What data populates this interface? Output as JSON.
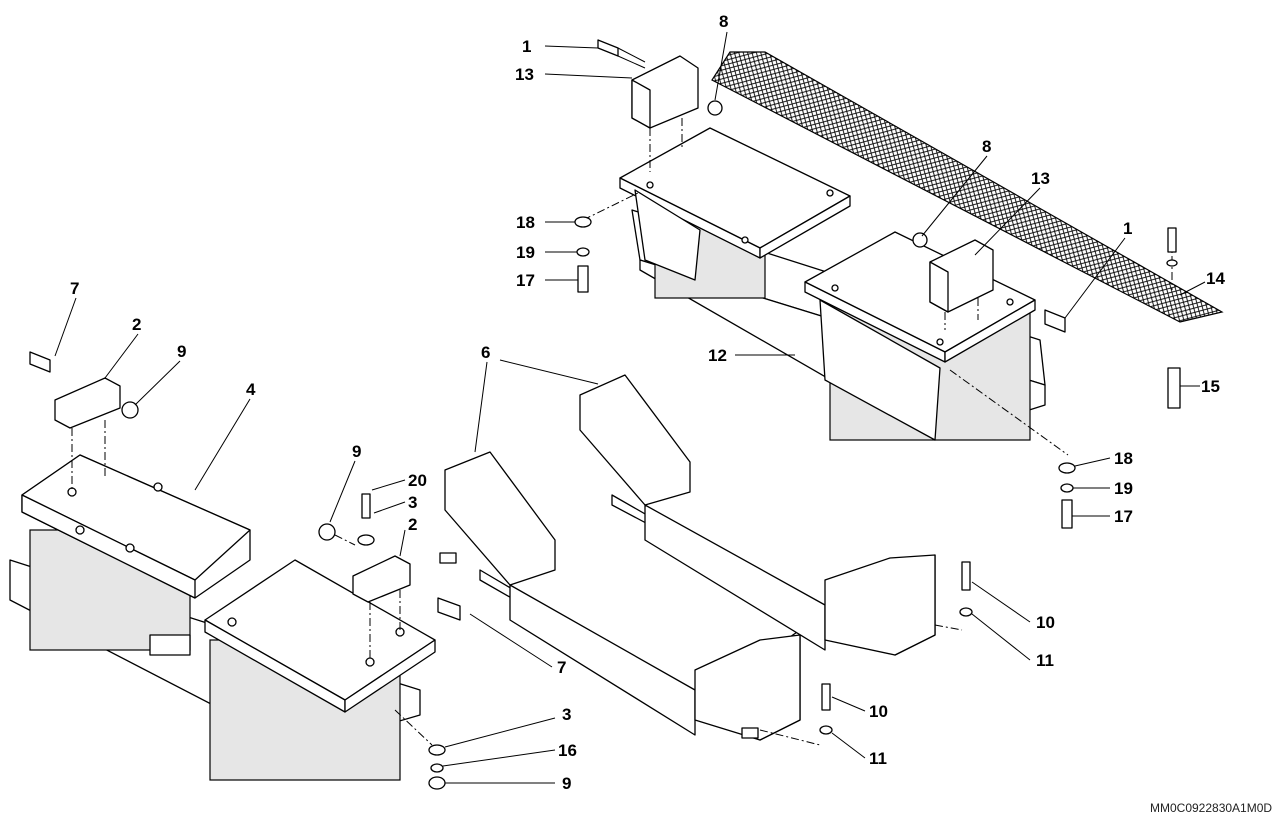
{
  "figure_code": "MM0C0922830A1M0D",
  "callouts": [
    "1",
    "8",
    "13",
    "8",
    "13",
    "1",
    "14",
    "15",
    "18",
    "19",
    "17",
    "12",
    "18",
    "19",
    "17",
    "7",
    "2",
    "9",
    "4",
    "9",
    "20",
    "3",
    "2",
    "7",
    "3",
    "16",
    "9",
    "6",
    "10",
    "11",
    "10",
    "11"
  ]
}
